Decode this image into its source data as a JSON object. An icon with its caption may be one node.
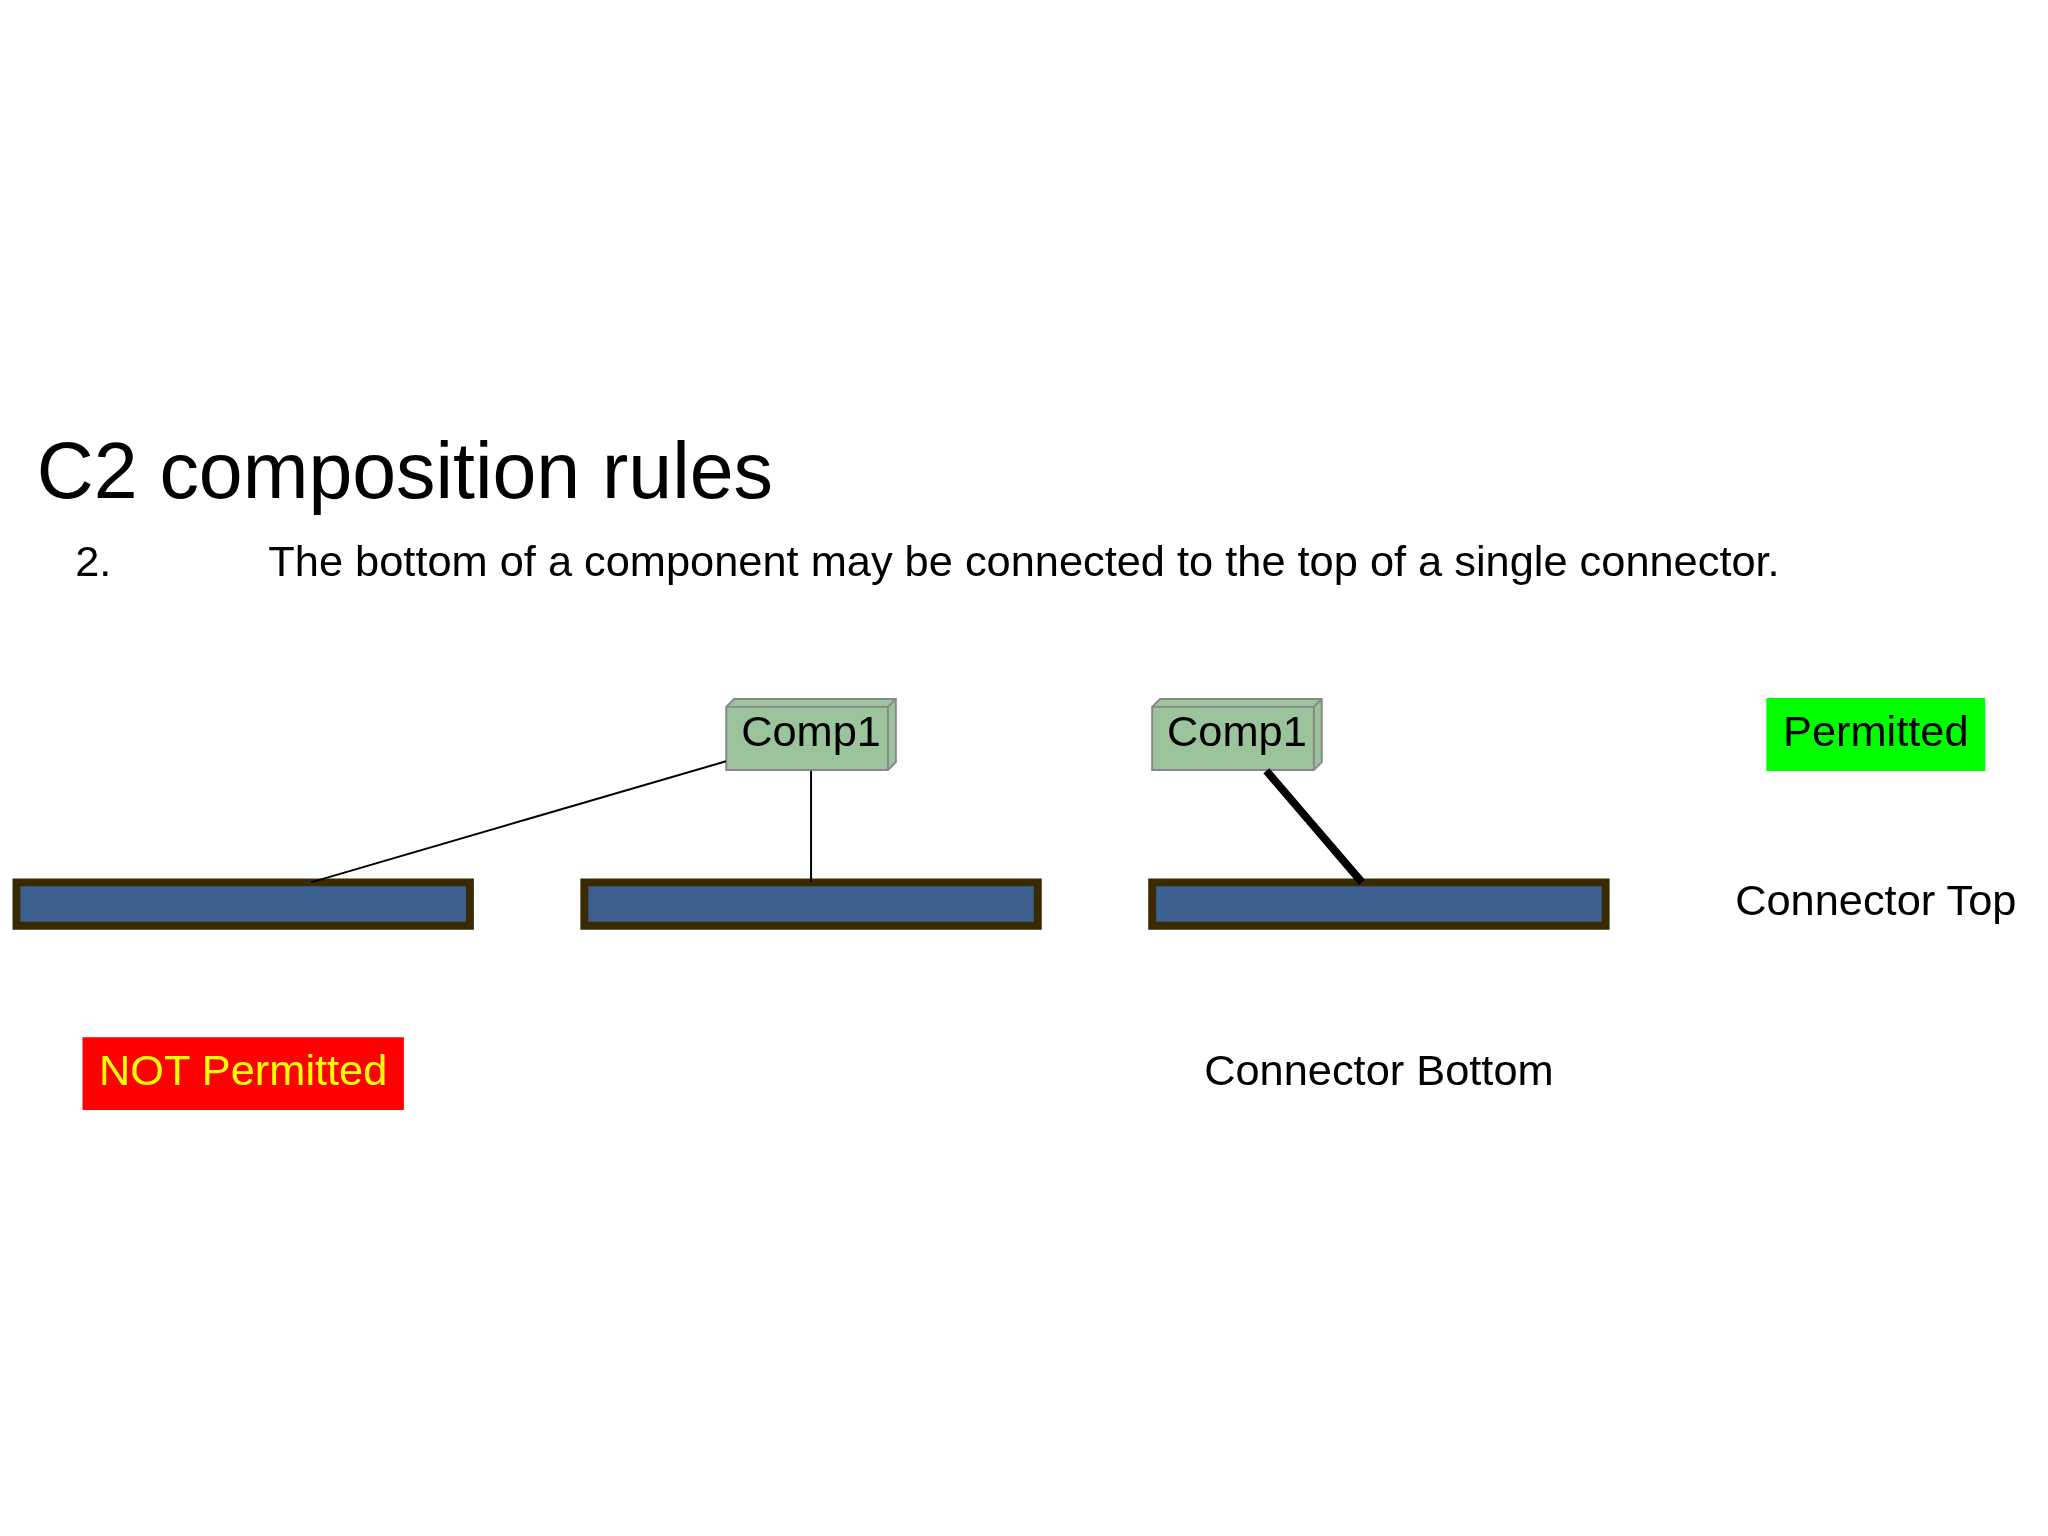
{
  "diagram": {
    "title": "C2 composition rules",
    "nodes": [
      {
        "text": [
          "Comp1"
        ]
      },
      {
        "text": [],
        "shape": "bar"
      },
      {
        "text": [],
        "shape": "bar"
      },
      {
        "text": [
          "Comp1"
        ]
      },
      {
        "text": [],
        "shape": "bar"
      },
      {
        "text": [
          "NOT Permitted"
        ]
      },
      {
        "text": [
          "Permitted"
        ]
      }
    ],
    "edges": [
      {
        "from": 0,
        "to": 1,
        "arrow": "none"
      },
      {
        "from": 0,
        "to": 2,
        "arrow": "none"
      },
      {
        "from": 3,
        "to": 4,
        "arrow": "none",
        "style": "thick"
      }
    ],
    "labels": [
      "2.",
      "The bottom of a component may be connected to the top of a single connector.",
      "Connector Top",
      "Connector Bottom"
    ]
  }
}
